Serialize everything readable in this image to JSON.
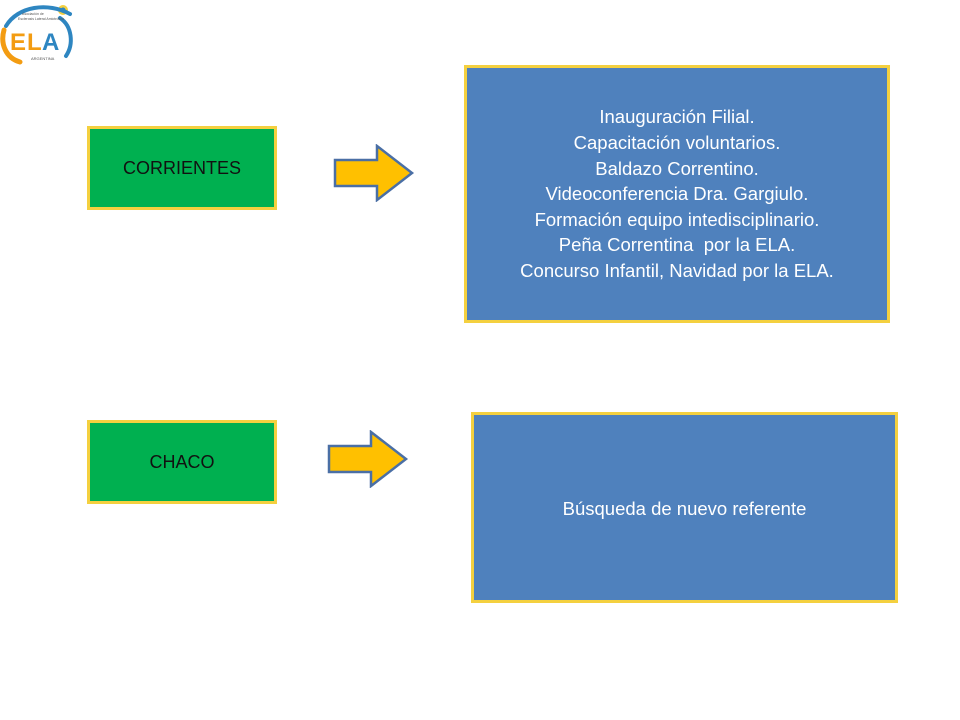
{
  "logo": {
    "text": "ELA",
    "arc_text": "Asociación de Esclerosis Lateral Amiotrófica",
    "country": "ARGENTINA",
    "colors": {
      "orange": "#f39c12",
      "blue": "#2e86c1",
      "yellow": "#f4d03f"
    }
  },
  "colors": {
    "region_fill": "#00b050",
    "info_fill": "#4f81bd",
    "border": "#f4d03f",
    "arrow_fill": "#ffc000",
    "arrow_stroke": "#4a6fa5"
  },
  "rows": [
    {
      "region": "CORRIENTES",
      "items": [
        "Inauguración Filial.",
        "Capacitación voluntarios.",
        "Baldazo Correntino.",
        "Videoconferencia Dra. Gargiulo.",
        "Formación equipo intedisciplinario.",
        "Peña Correntina  por la ELA.",
        "Concurso Infantil, Navidad por la ELA."
      ]
    },
    {
      "region": "CHACO",
      "items": [
        "Búsqueda de nuevo referente"
      ]
    }
  ]
}
